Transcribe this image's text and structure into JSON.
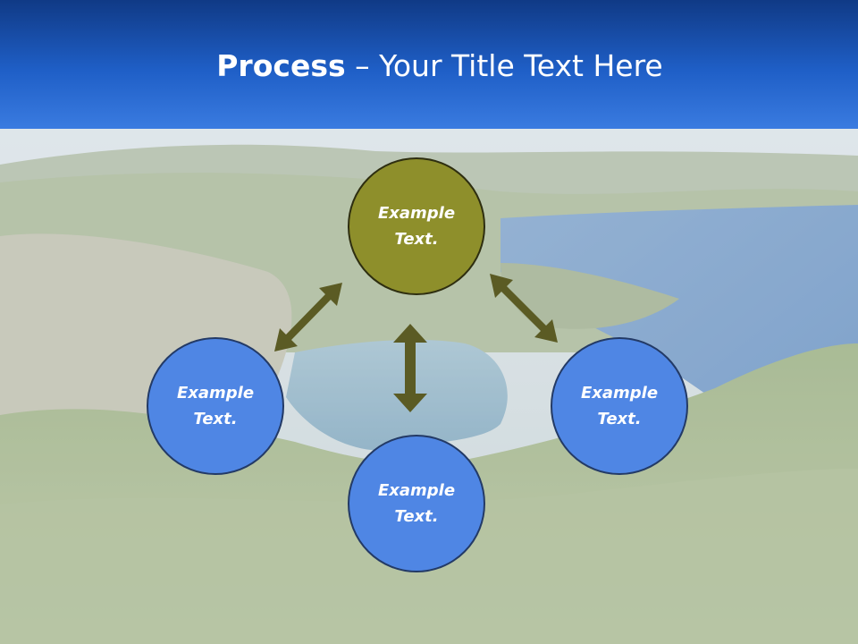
{
  "title": {
    "bold": "Process",
    "rest": " – Your Title Text Here"
  },
  "nodes": {
    "top": {
      "line1": "Example",
      "line2": "Text."
    },
    "left": {
      "line1": "Example",
      "line2": "Text."
    },
    "right": {
      "line1": "Example",
      "line2": "Text."
    },
    "bottom": {
      "line1": "Example",
      "line2": "Text."
    }
  },
  "colors": {
    "header": "#1f5fc7",
    "center_node": "#8e8f2b",
    "outer_nodes": "#4f86e4",
    "arrows": "#5b5b24"
  }
}
